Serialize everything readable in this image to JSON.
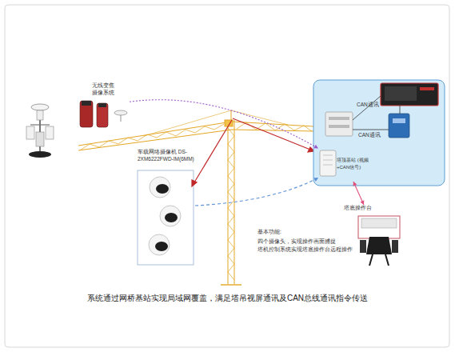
{
  "diagram": {
    "caption": "系统通过网桥基站实现局域网覆盖，满足塔吊视屏通讯及CAN总线通讯指令传送",
    "nodes": [
      {
        "text": [
          "无线变焦 摄像系统"
        ]
      },
      {
        "text": [
          "车载网络摄像机 DS-2XM6222FWD-IM(6MM)"
        ]
      },
      {
        "text": [
          "塔顶基站 (视频+CAN信号)"
        ]
      },
      {
        "text": [
          "塔底操作台"
        ]
      }
    ],
    "edges": [
      {
        "from": 0,
        "to": 2,
        "arrow": "to"
      },
      {
        "from": 1,
        "to": 2,
        "arrow": "to"
      },
      {
        "from": 2,
        "to": 3,
        "arrow": "both"
      }
    ],
    "labels": [
      "CAN通讯",
      "CAN通讯",
      "基本功能:",
      "四个摄像头，实现操作画面捕捉",
      "塔机控制系统实现塔底操作台远程操作"
    ]
  }
}
